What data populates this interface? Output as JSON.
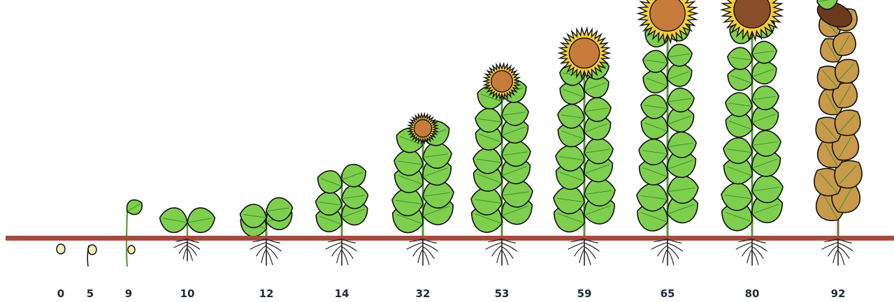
{
  "stages": [
    {
      "day": "0",
      "kind": "seed"
    },
    {
      "day": "5",
      "kind": "root"
    },
    {
      "day": "9",
      "kind": "emerging",
      "height": 0.13
    },
    {
      "day": "10",
      "kind": "cotyledon",
      "height": 0.07
    },
    {
      "day": "12",
      "kind": "plant",
      "height": 0.13,
      "pairs": 2,
      "flower": 0
    },
    {
      "day": "14",
      "kind": "plant",
      "height": 0.33,
      "pairs": 3,
      "flower": 0
    },
    {
      "day": "32",
      "kind": "plant",
      "height": 0.57,
      "pairs": 5,
      "flower": 0.3
    },
    {
      "day": "53",
      "kind": "plant",
      "height": 0.82,
      "pairs": 7,
      "flower": 0.45
    },
    {
      "day": "59",
      "kind": "plant",
      "height": 0.97,
      "pairs": 8,
      "flower": 0.8
    },
    {
      "day": "65",
      "kind": "plant",
      "height": 1.18,
      "pairs": 9,
      "flower": 1.0
    },
    {
      "day": "80",
      "kind": "plant",
      "height": 1.2,
      "pairs": 9,
      "flower": 1.05,
      "mature": true
    },
    {
      "day": "92",
      "kind": "dead",
      "height": 1.22,
      "pairs": 8
    }
  ],
  "colors": {
    "soil": "#a64b3c",
    "leaf": "#7fcf4f",
    "leaf_dark": "#3f8f2a",
    "stem": "#5a9a3a",
    "petal": "#f3cf3a",
    "disc": "#c77c3c",
    "disc_mature": "#8a4e2a",
    "dead_leaf": "#c89a4a",
    "root": "#222222",
    "label": "#1f2a3a"
  }
}
